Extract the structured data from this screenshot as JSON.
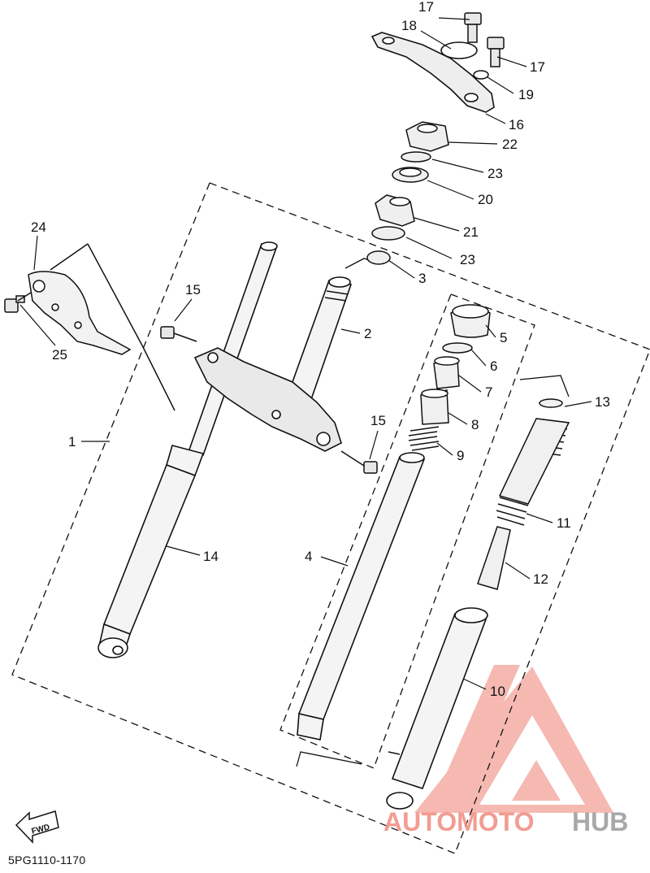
{
  "diagram": {
    "callouts": [
      {
        "id": "c1",
        "num": "1"
      },
      {
        "id": "c2",
        "num": "2"
      },
      {
        "id": "c3",
        "num": "3"
      },
      {
        "id": "c4",
        "num": "4"
      },
      {
        "id": "c5",
        "num": "5"
      },
      {
        "id": "c6",
        "num": "6"
      },
      {
        "id": "c7",
        "num": "7"
      },
      {
        "id": "c8",
        "num": "8"
      },
      {
        "id": "c9",
        "num": "9"
      },
      {
        "id": "c10",
        "num": "10"
      },
      {
        "id": "c11",
        "num": "11"
      },
      {
        "id": "c12",
        "num": "12"
      },
      {
        "id": "c13",
        "num": "13"
      },
      {
        "id": "c14",
        "num": "14"
      },
      {
        "id": "c15a",
        "num": "15"
      },
      {
        "id": "c15b",
        "num": "15"
      },
      {
        "id": "c16",
        "num": "16"
      },
      {
        "id": "c17a",
        "num": "17"
      },
      {
        "id": "c17b",
        "num": "17"
      },
      {
        "id": "c18",
        "num": "18"
      },
      {
        "id": "c19",
        "num": "19"
      },
      {
        "id": "c20",
        "num": "20"
      },
      {
        "id": "c21",
        "num": "21"
      },
      {
        "id": "c22",
        "num": "22"
      },
      {
        "id": "c23a",
        "num": "23"
      },
      {
        "id": "c23b",
        "num": "23"
      },
      {
        "id": "c24",
        "num": "24"
      },
      {
        "id": "c25",
        "num": "25"
      }
    ],
    "fwd_label": "FWD",
    "code": "5PG1110-1170"
  },
  "watermark": {
    "part1": "AUTOMOTO",
    "part2": "HUB",
    "color1": "#f08b80",
    "color2": "#9a9a9a"
  }
}
